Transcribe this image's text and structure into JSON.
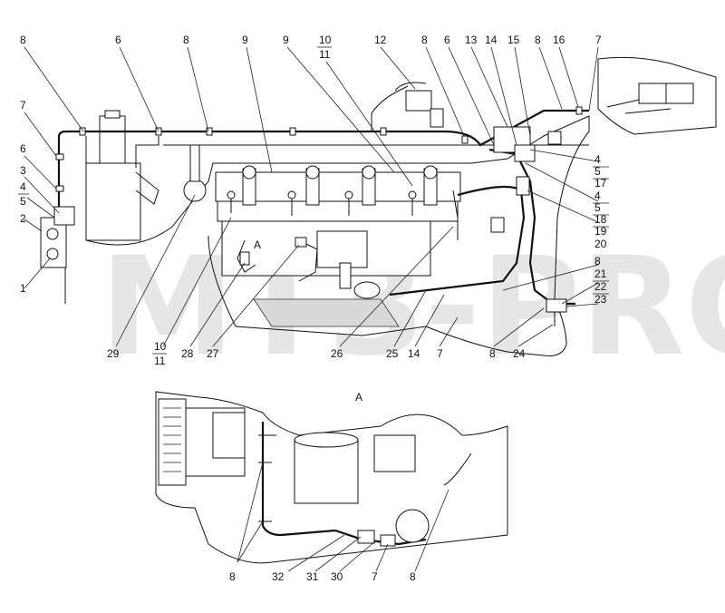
{
  "watermark": "МТЗ-PRO",
  "view_label": "А",
  "sub_label": "А",
  "callouts_top": [
    "8",
    "6",
    "8",
    "9",
    "9",
    "10",
    "11",
    "12",
    "8",
    "6",
    "13",
    "14",
    "15",
    "8",
    "16",
    "7"
  ],
  "callouts_left": [
    "7",
    "6",
    "3",
    "4",
    "5",
    "2",
    "1"
  ],
  "callouts_right": [
    "4",
    "5",
    "17",
    "4",
    "5",
    "18",
    "19",
    "20",
    "8",
    "21",
    "22",
    "23"
  ],
  "callouts_bottom": [
    "29",
    "10",
    "11",
    "28",
    "27",
    "26",
    "25",
    "14",
    "7",
    "8",
    "24"
  ],
  "callouts_view_a": [
    "8",
    "32",
    "31",
    "30",
    "7",
    "8"
  ]
}
